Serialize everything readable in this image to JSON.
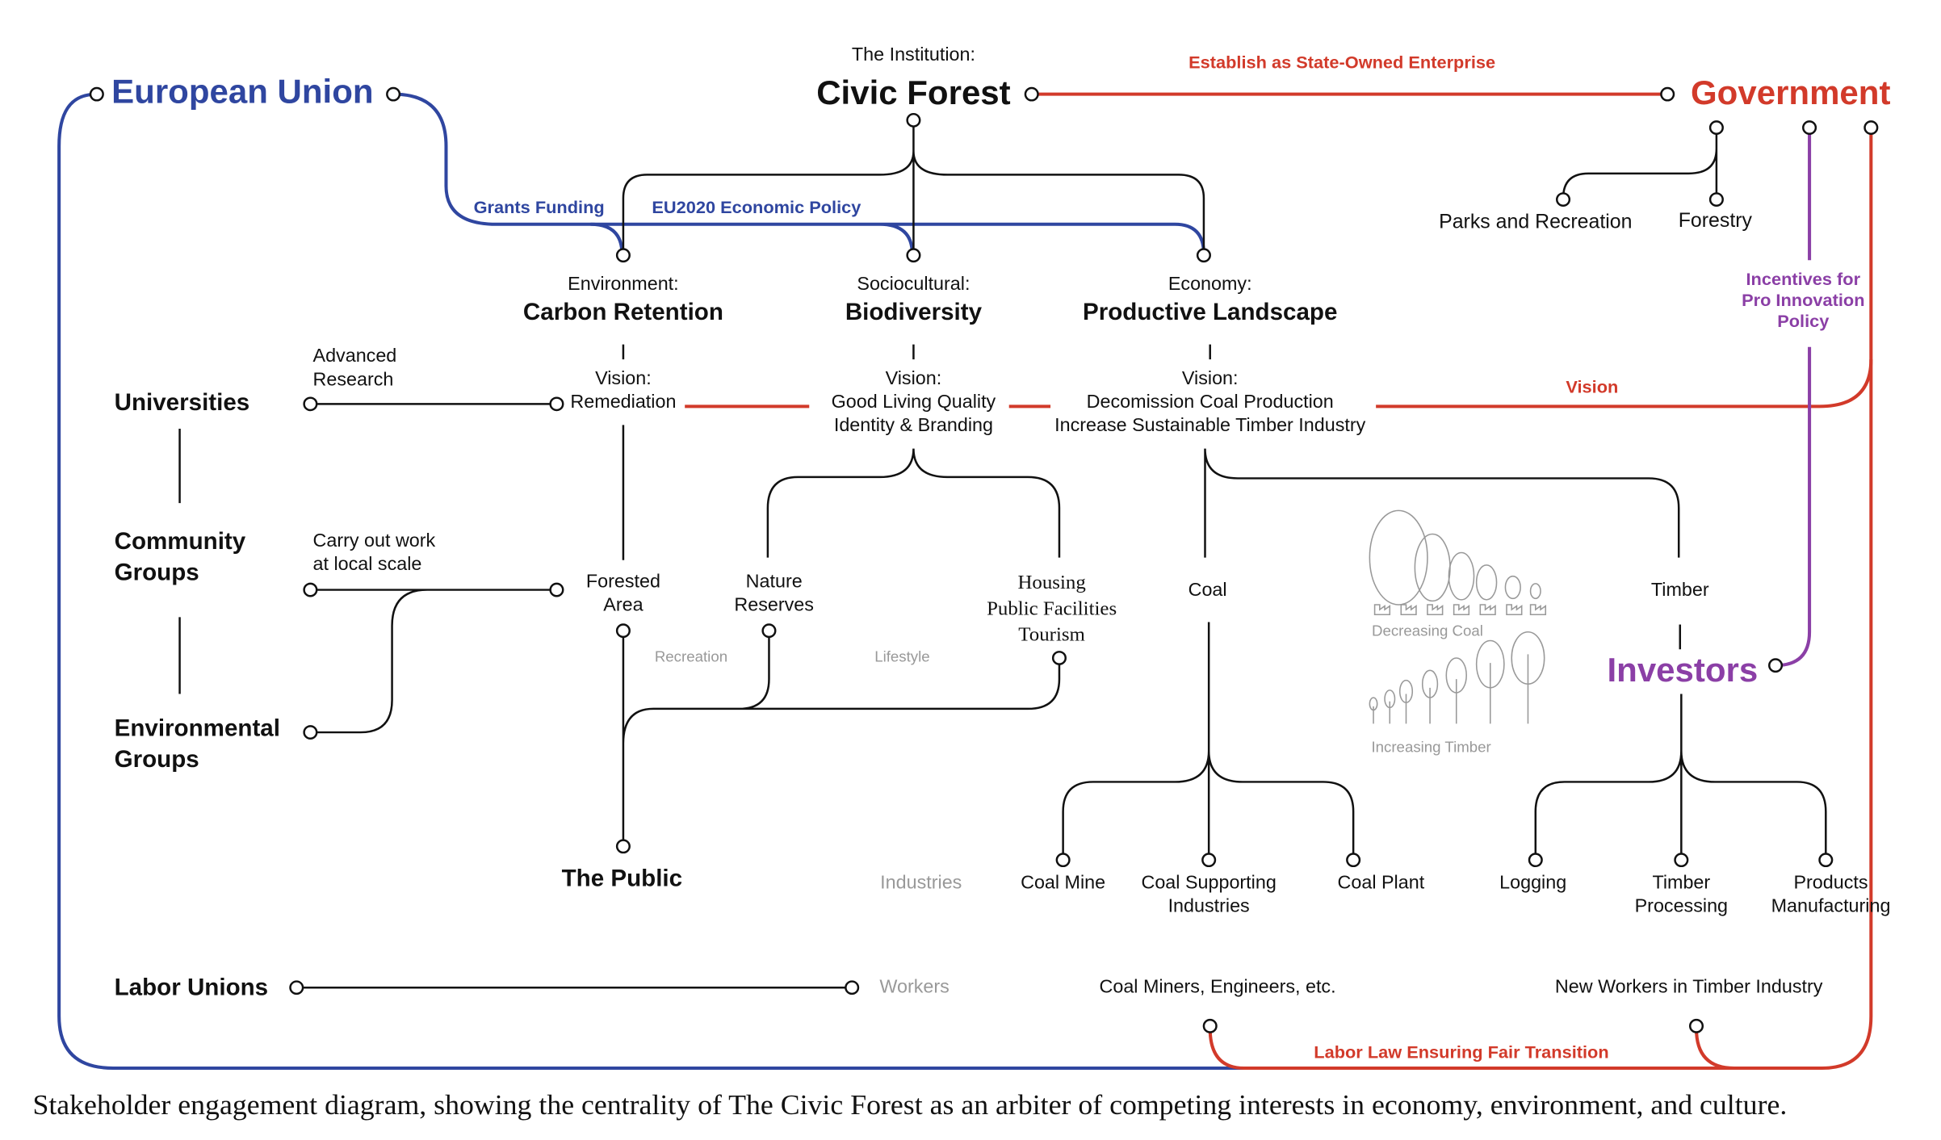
{
  "institution": {
    "prefix": "The Institution:",
    "name": "Civic Forest"
  },
  "actors": {
    "eu": "European Union",
    "gov": "Government",
    "investors": "Investors"
  },
  "gov_branches": {
    "parks": "Parks and  Recreation",
    "forestry": "Forestry"
  },
  "links": {
    "state_owned": "Establish as State-Owned Enterprise",
    "grants": "Grants Funding",
    "eu2020": "EU2020 Economic Policy",
    "incentives": [
      "Incentives for",
      "Pro Innovation",
      "Policy"
    ],
    "vision": "Vision",
    "labor_law": "Labor Law Ensuring Fair Transition"
  },
  "pillars": [
    {
      "prefix": "Environment:",
      "name": "Carbon Retention",
      "vision": [
        "Vision:",
        "Remediation"
      ]
    },
    {
      "prefix": "Sociocultural:",
      "name": "Biodiversity",
      "vision": [
        "Vision:",
        "Good Living Quality",
        "Identity & Branding"
      ]
    },
    {
      "prefix": "Economy:",
      "name": "Productive Landscape",
      "vision": [
        "Vision:",
        "Decomission Coal Production",
        "Increase Sustainable Timber Industry"
      ]
    }
  ],
  "groups": {
    "universities": "Universities",
    "community": [
      "Community",
      "Groups"
    ],
    "environmental": [
      "Environmental",
      "Groups"
    ],
    "labor": "Labor Unions",
    "advanced": [
      "Advanced",
      "Research"
    ],
    "carry": [
      "Carry out work",
      "at local scale"
    ]
  },
  "places": {
    "forested": [
      "Forested",
      "Area"
    ],
    "nature": [
      "Nature",
      "Reserves"
    ],
    "housing": [
      "Housing",
      "Public Facilities",
      "Tourism"
    ],
    "recreation": "Recreation",
    "lifestyle": "Lifestyle",
    "public": "The Public"
  },
  "economy": {
    "coal": "Coal",
    "timber": "Timber",
    "decreasing": "Decreasing Coal",
    "increasing": "Increasing Timber",
    "industries": "Industries",
    "coal_mine": "Coal Mine",
    "coal_support": [
      "Coal Supporting",
      "Industries"
    ],
    "coal_plant": "Coal Plant",
    "logging": "Logging",
    "timber_proc": [
      "Timber",
      "Processing"
    ],
    "products": [
      "Products",
      "Manufacturing"
    ],
    "workers": "Workers",
    "coal_workers": "Coal Miners, Engineers, etc.",
    "timber_workers": "New Workers in Timber Industry"
  },
  "caption": "Stakeholder engagement diagram, showing the centrality of The Civic Forest as an arbiter of competing interests in economy, environment, and culture.",
  "colors": {
    "blue": "#2f46a0",
    "red": "#d23a2a",
    "purple": "#8b3fa6",
    "ink": "#111111",
    "gray": "#999999"
  }
}
